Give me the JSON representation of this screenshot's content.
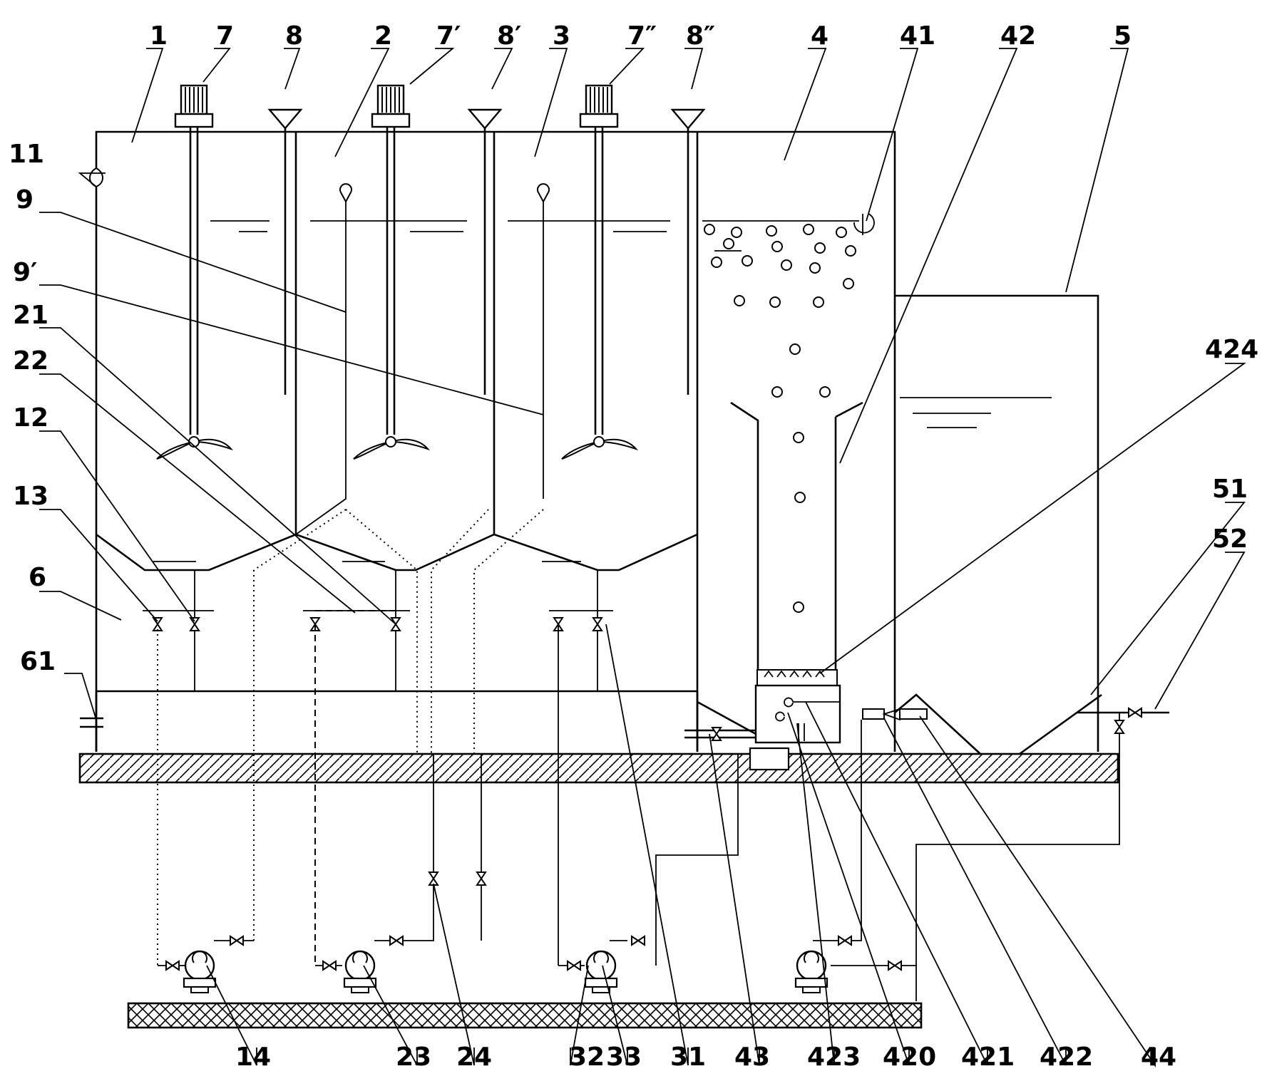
{
  "labels": {
    "l1": "1",
    "l7": "7",
    "l8": "8",
    "l2": "2",
    "l7p": "7′",
    "l8p": "8′",
    "l3": "3",
    "l7pp": "7″",
    "l8pp": "8″",
    "l4": "4",
    "l41": "41",
    "l42": "42",
    "l5": "5",
    "l11": "11",
    "l9": "9",
    "l9p": "9′",
    "l21": "21",
    "l22": "22",
    "l12": "12",
    "l13": "13",
    "l6": "6",
    "l61": "61",
    "l424": "424",
    "l51": "51",
    "l52": "52",
    "l14": "14",
    "l23": "23",
    "l24": "24",
    "l32": "32",
    "l33": "33",
    "l31": "31",
    "l43": "43",
    "l423": "423",
    "l420": "420",
    "l421": "421",
    "l422": "422",
    "l44": "44"
  }
}
